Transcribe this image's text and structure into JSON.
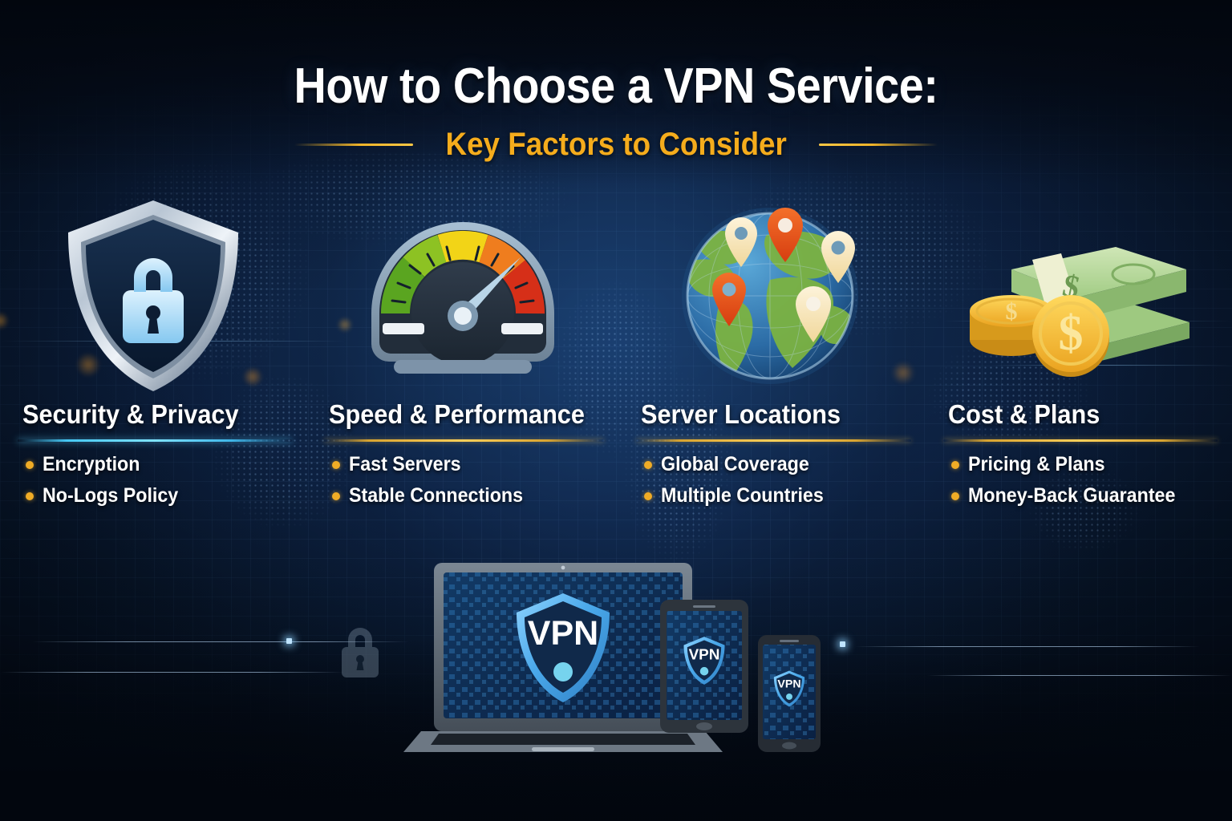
{
  "header": {
    "title": "How to Choose a VPN Service:",
    "subtitle": "Key Factors to Consider"
  },
  "columns": [
    {
      "icon": "shield-lock-icon",
      "heading": "Security & Privacy",
      "divider_color": "#46c8f5",
      "bullets": [
        "Encryption",
        "No-Logs Policy"
      ]
    },
    {
      "icon": "speedometer-icon",
      "heading": "Speed & Performance",
      "divider_color": "#ffd05a",
      "bullets": [
        "Fast Servers",
        "Stable Connections"
      ]
    },
    {
      "icon": "globe-pins-icon",
      "heading": "Server Locations",
      "divider_color": "#ffd05a",
      "bullets": [
        "Global Coverage",
        "Multiple Countries"
      ]
    },
    {
      "icon": "money-cash-coins-icon",
      "heading": "Cost & Plans",
      "divider_color": "#ffd05a",
      "bullets": [
        "Pricing & Plans",
        "Money-Back Guarantee"
      ]
    }
  ],
  "devices": {
    "laptop_screen_label": "VPN",
    "tablet_screen_label": "VPN",
    "phone_screen_label": "VPN"
  },
  "money": {
    "bill_symbol": "$",
    "coin_symbol": "$"
  },
  "colors": {
    "background_deep": "#03070f",
    "background_mid": "#112b52",
    "accent_gold": "#f5ac1c",
    "accent_cyan": "#46c8f5",
    "bullet": "#f0ac26",
    "text_primary": "#ffffff"
  }
}
